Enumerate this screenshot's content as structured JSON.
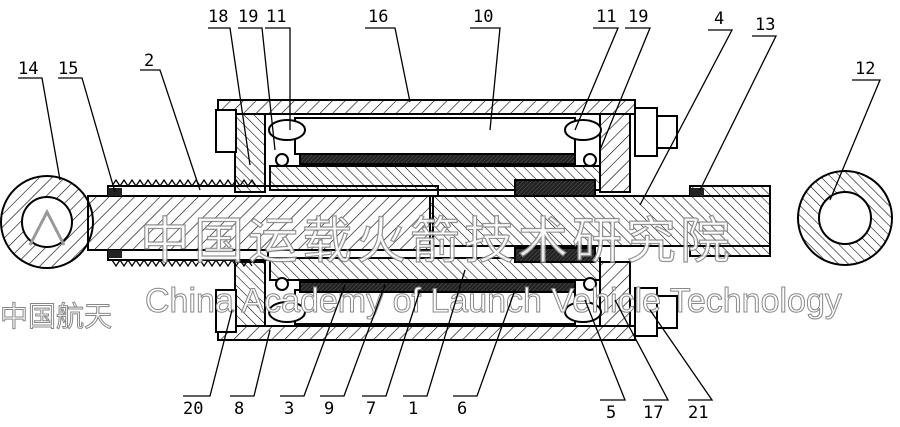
{
  "figure": {
    "labels_top": [
      "14",
      "15",
      "2",
      "18",
      "19",
      "11",
      "16",
      "10",
      "11",
      "19",
      "4",
      "13",
      "12"
    ],
    "labels_bottom": [
      "20",
      "8",
      "3",
      "9",
      "7",
      "1",
      "6",
      "5",
      "17",
      "21"
    ]
  },
  "watermark": {
    "chinese": "中国运载火箭技术研究院",
    "english": "China Academy of Launch Vehicle Technology",
    "logo_text": "中国航天"
  }
}
